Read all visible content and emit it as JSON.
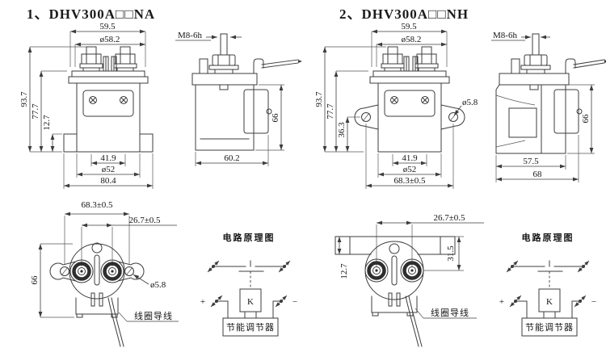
{
  "page": {
    "bg_color": "#ffffff",
    "line_color": "#3c3c3c",
    "text_color": "#161616"
  },
  "variant1": {
    "title": "1、DHV300A□□NA",
    "front_view": {
      "dim_top_width": "59.5",
      "dim_cap_diameter": "ø58.2",
      "dim_total_height": "93.7",
      "dim_body_height": "77.7",
      "dim_bracket_height": "12.7",
      "dim_terminal_spacing": "41.9",
      "dim_body_diameter": "ø52",
      "dim_base_width": "80.4"
    },
    "side_view": {
      "thread_spec": "M8-6h",
      "dim_height": "66",
      "dim_depth": "60.2"
    },
    "bottom_view": {
      "dim_mounting_hole_spacing": "68.3±0.5",
      "dim_terminal_spacing": "26.7±0.5",
      "dim_height": "66",
      "dim_mounting_hole_diameter": "ø5.8",
      "coil_lead_label": "线圈导线"
    }
  },
  "variant2": {
    "title": "2、DHV300A□□NH",
    "front_view": {
      "dim_top_width": "59.5",
      "dim_cap_diameter": "ø58.2",
      "dim_total_height": "93.7",
      "dim_body_height": "77.7",
      "dim_flange_height": "36.3",
      "dim_terminal_spacing": "41.9",
      "dim_body_diameter": "ø52",
      "dim_mounting_hole_spacing": "68.3±0.5",
      "dim_mounting_hole_diameter": "ø5.8"
    },
    "side_view": {
      "thread_spec": "M8-6h",
      "dim_height": "66",
      "dim_inner_depth": "57.5",
      "dim_total_depth": "68"
    },
    "bottom_view": {
      "dim_terminal_spacing": "26.7±0.5",
      "dim_flange_to_terminal": "31.5",
      "dim_flange_thickness": "12.7",
      "coil_lead_label": "线圈导线"
    }
  },
  "circuit_diagram": {
    "title": "电路原理图",
    "relay_coil_label": "K",
    "regulator_label": "节能调节器",
    "positive_label": "+",
    "negative_label": "−"
  }
}
